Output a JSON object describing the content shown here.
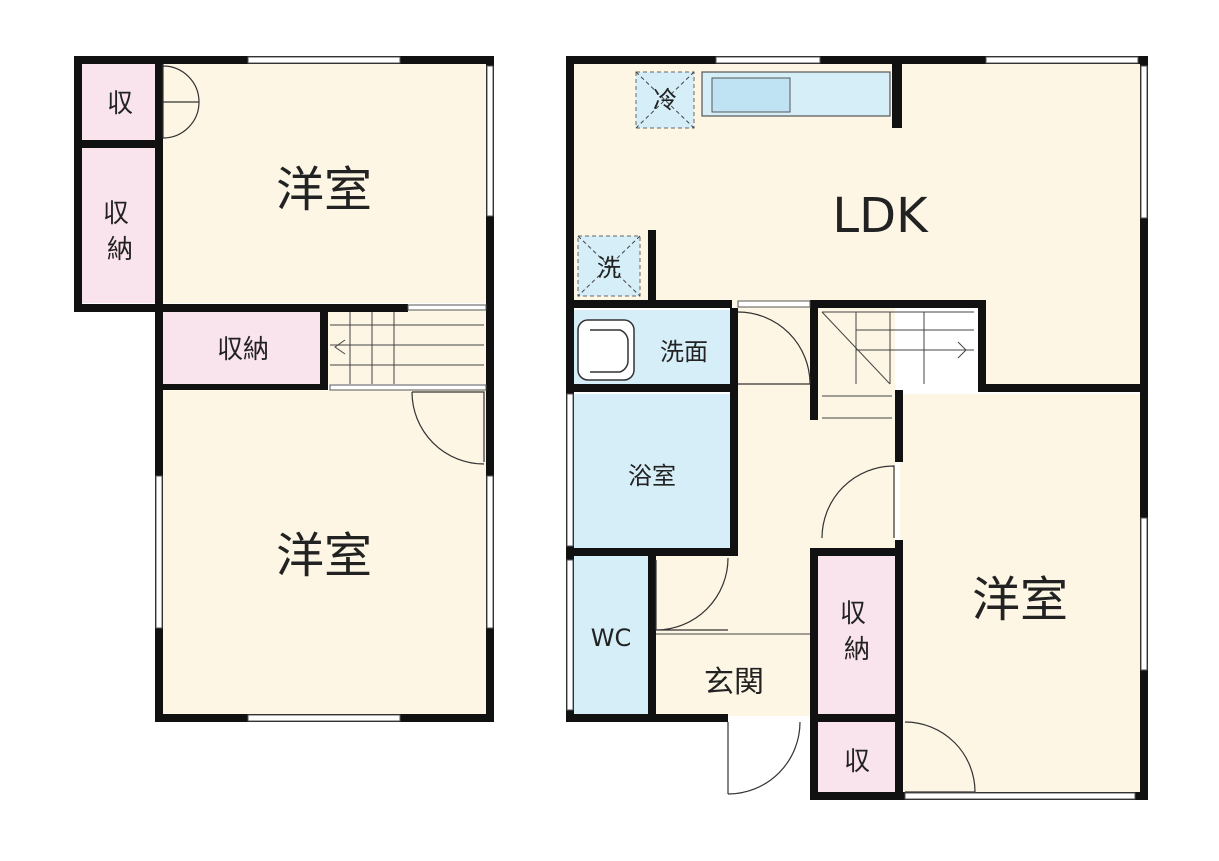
{
  "floor2": {
    "rooms": [
      {
        "id": "closet_small",
        "label": "収"
      },
      {
        "id": "closet_storage",
        "label": "収\n納"
      },
      {
        "id": "western_room_top",
        "label": "洋室"
      },
      {
        "id": "hall_storage",
        "label": "収納"
      },
      {
        "id": "western_room_bottom",
        "label": "洋室"
      }
    ]
  },
  "floor1": {
    "rooms": [
      {
        "id": "ldk",
        "label": "LDK"
      },
      {
        "id": "fridge",
        "label": "冷"
      },
      {
        "id": "washer",
        "label": "洗"
      },
      {
        "id": "washroom",
        "label": "洗面"
      },
      {
        "id": "bathroom",
        "label": "浴室"
      },
      {
        "id": "wc",
        "label": "WC"
      },
      {
        "id": "entrance",
        "label": "玄関"
      },
      {
        "id": "storage",
        "label": "収\n納"
      },
      {
        "id": "closet",
        "label": "収"
      },
      {
        "id": "western_room",
        "label": "洋室"
      }
    ]
  },
  "colors": {
    "room_fill": "#fdf6e4",
    "closet_fill": "#f9e3ec",
    "wet_fill": "#d6eef8",
    "wall": "#111111"
  }
}
